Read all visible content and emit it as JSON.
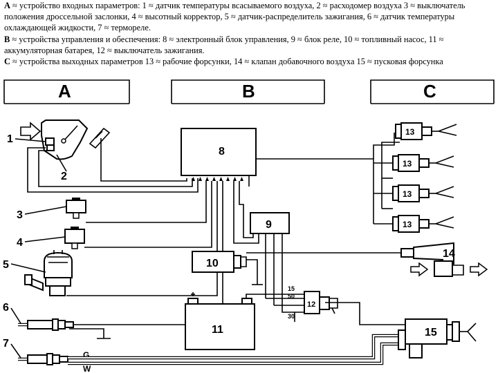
{
  "caption": {
    "a_letter": "A",
    "a_text": " ≈ устройство входных параметров: 1 ≈ датчик температуры всасываемого воздуха, 2 ≈ расходомер воздуха 3 ≈ выключатель положения дроссельной заслонки, 4 ≈ высотный корректор, 5 ≈ датчик-распределитель зажигания, 6 ≈ датчик температуры охлаждающей жидкости, 7 ≈ термореле.",
    "b_letter": "B",
    "b_text": " ≈ устройства управления и обеспечения: 8 ≈ электронный блок управления, 9 ≈ блок реле, 10 ≈ топливный насос, 11 ≈ аккумуляторная батарея, 12 ≈ выключатель зажигания.",
    "c_letter": "C",
    "c_text": " ≈ устройства выходных параметров 13 ≈ рабочие форсунки, 14 ≈ клапан добавочного воздуха 15 ≈ пусковая форсунка"
  },
  "diagram": {
    "sections": [
      "A",
      "B",
      "C"
    ],
    "labels": {
      "n1": "1",
      "n2": "2",
      "n3": "3",
      "n4": "4",
      "n5": "5",
      "n6": "6",
      "n7": "7",
      "n8": "8",
      "n9": "9",
      "n10": "10",
      "n11": "11",
      "n12": "12",
      "n13": "13",
      "n14": "14",
      "n15": "15"
    },
    "terminals": {
      "t15": "15",
      "t50": "50",
      "t30": "30",
      "g": "G",
      "w": "W"
    }
  }
}
